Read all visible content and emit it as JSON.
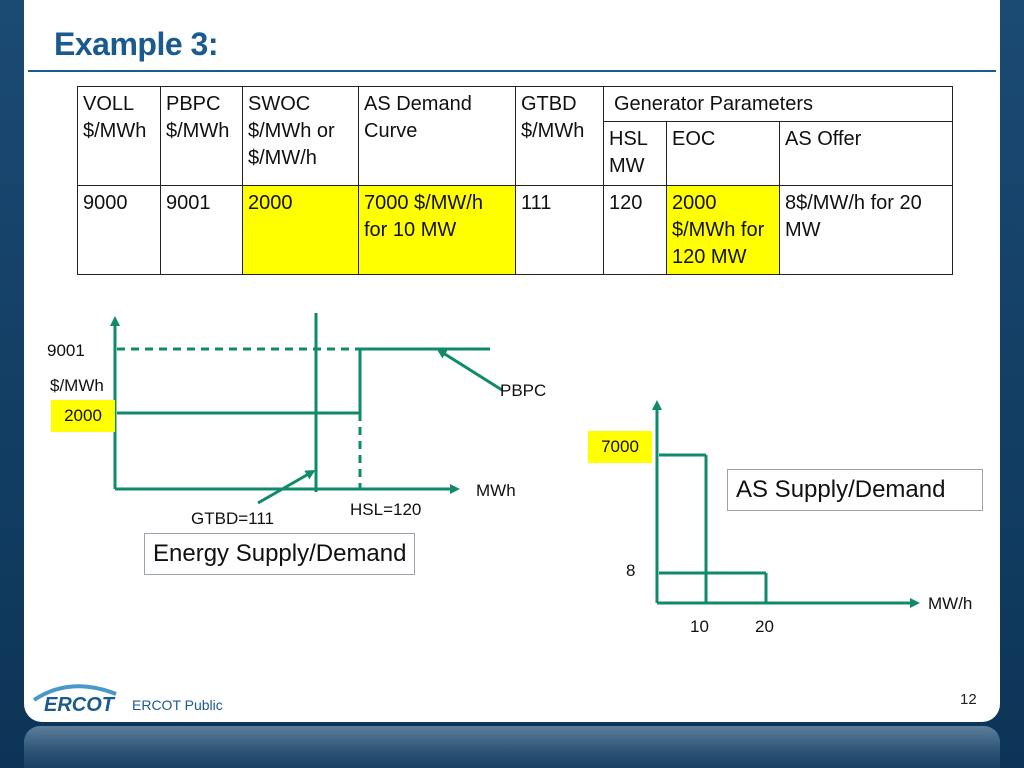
{
  "title": "Example 3:",
  "table": {
    "headers": {
      "voll": [
        "VOLL",
        "$/MWh"
      ],
      "pbpc": [
        "PBPC",
        "$/MWh"
      ],
      "swoc": [
        "SWOC",
        "$/MWh or",
        "$/MW/h"
      ],
      "as_demand": [
        "AS Demand",
        "Curve"
      ],
      "gtbd": [
        "GTBD",
        "$/MWh"
      ],
      "gen_params": "Generator Parameters",
      "hsl": [
        "HSL",
        "MW"
      ],
      "eoc": "EOC",
      "as_offer": "AS Offer"
    },
    "values": {
      "voll": "9000",
      "pbpc": "9001",
      "swoc": "2000",
      "as_demand": [
        "7000 $/MW/h",
        "for 10 MW"
      ],
      "gtbd": "111",
      "hsl": "120",
      "eoc": [
        "2000",
        "$/MWh for",
        "120 MW"
      ],
      "as_offer": [
        "8$/MW/h for 20",
        "MW"
      ]
    },
    "highlight_color": "#ffff00"
  },
  "energy_chart": {
    "y_top_label": "9001",
    "y_unit_label": "$/MWh",
    "y_highlight_label": "2000",
    "pbpc_label": "PBPC",
    "x_unit_label": "MWh",
    "gtbd_label": "GTBD=111",
    "hsl_label": "HSL=120",
    "caption": "Energy Supply/Demand"
  },
  "as_chart": {
    "y_highlight_label": "7000",
    "y_low_label": "8",
    "x_tick_10": "10",
    "x_tick_20": "20",
    "x_unit_label": "MW/h",
    "caption": "AS Supply/Demand"
  },
  "colors": {
    "line": "#0f8a6a",
    "title": "#1b5a8e"
  },
  "footer": {
    "logo_text": "ERCOT",
    "text": "ERCOT Public",
    "page_number": "12"
  }
}
